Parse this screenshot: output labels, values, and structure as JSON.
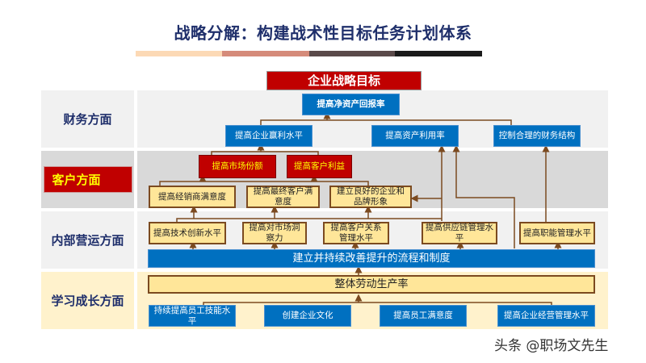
{
  "title": "战略分解：构建战术性目标任务计划体系",
  "stripe_colors": [
    "#fcd9b5",
    "#d58b7a",
    "#5a4a4a",
    "#1a1a1a"
  ],
  "goal": "企业战略目标",
  "rows": [
    {
      "label": "财务方面",
      "highlight": false
    },
    {
      "label": "客户方面",
      "highlight": true
    },
    {
      "label": "内部营运方面",
      "highlight": false
    },
    {
      "label": "学习成长方面",
      "highlight": false
    }
  ],
  "financial": {
    "top": "提高净资产回报率",
    "items": [
      "提高企业赢利水平",
      "提高资产利用率",
      "控制合理的财务结构"
    ]
  },
  "customer": {
    "red_items": [
      "提高市场份额",
      "提高客户利益"
    ],
    "cream_items": [
      "提高经销商满意度",
      "提高最终客户满意度",
      "建立良好的企业和品牌形象"
    ]
  },
  "internal": {
    "items": [
      "提高技术创新水平",
      "提高对市场洞察力",
      "提高客户关系管理水平",
      "提高供应链管理水平",
      "提高职能管理水平"
    ],
    "base": "建立并持续改善提升的流程和制度"
  },
  "learning": {
    "top": "整体劳动生产率",
    "items": [
      "持续提高员工技能水平",
      "创建企业文化",
      "提高员工满意度",
      "提高企业经营管理水平"
    ]
  },
  "watermark": "头条 @职场文先生",
  "colors": {
    "title": "#1f2f6b",
    "goal_red": "#c00000",
    "blue": "#0070c0",
    "cream": "#ffe699",
    "connector": "#7b4a20"
  }
}
